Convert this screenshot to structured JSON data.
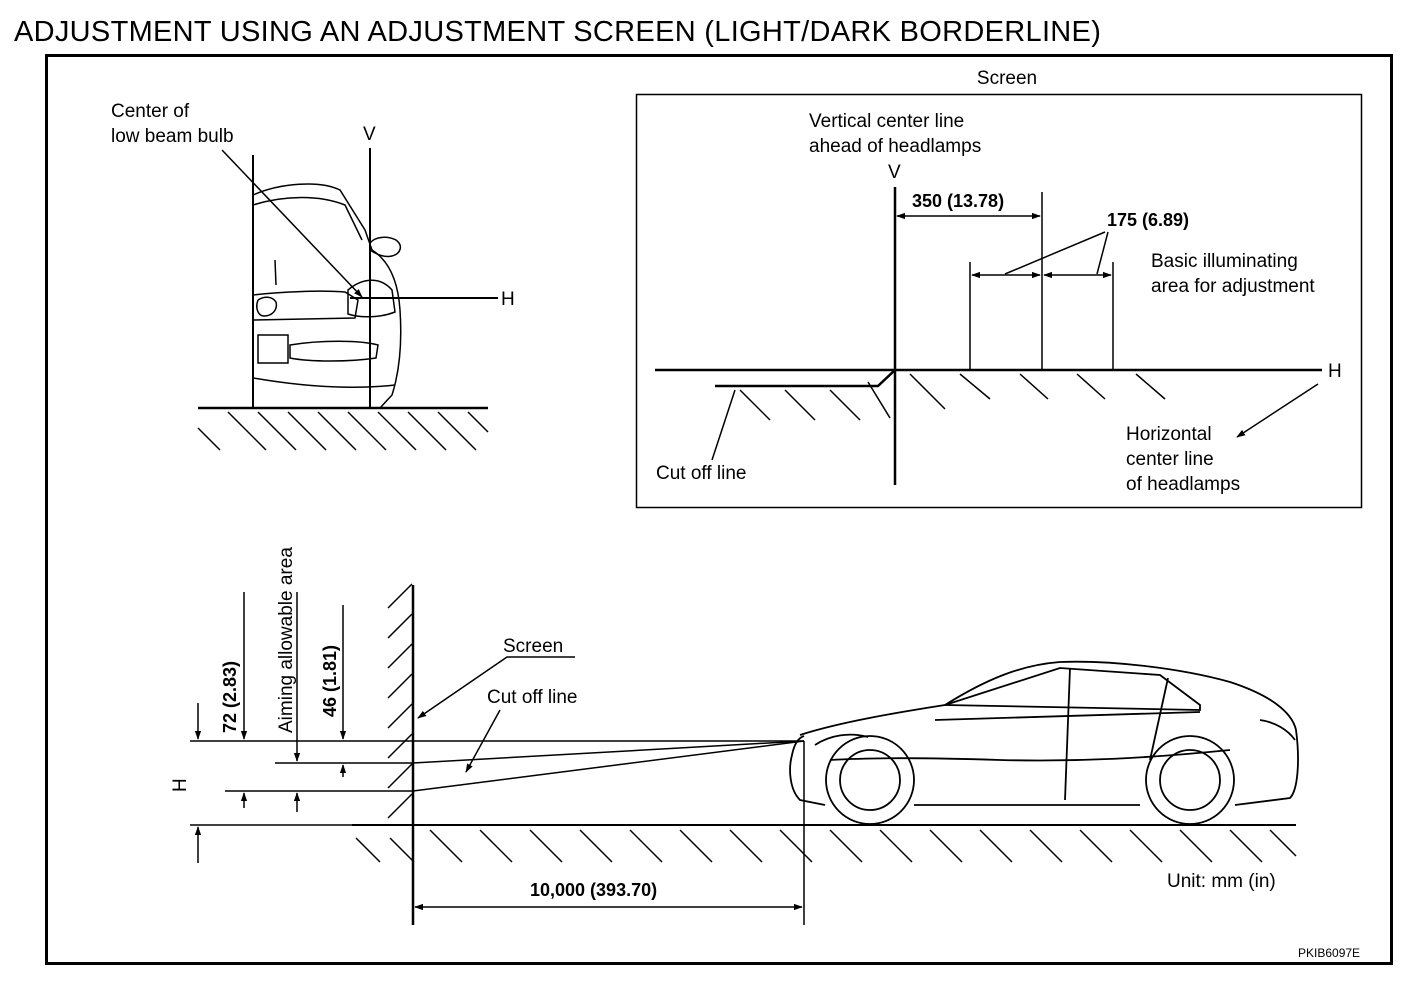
{
  "title": "ADJUSTMENT USING AN ADJUSTMENT SCREEN (LIGHT/DARK BORDERLINE)",
  "front_view": {
    "bulb_label_line1": "Center of",
    "bulb_label_line2": "low beam bulb",
    "v_label": "V",
    "h_label": "H"
  },
  "screen_panel": {
    "title": "Screen",
    "vline_label_line1": "Vertical center line",
    "vline_label_line2": "ahead of headlamps",
    "v_label": "V",
    "h_label": "H",
    "dim_350": "350  (13.78)",
    "dim_175": "175  (6.89)",
    "basic_line1": "Basic illuminating",
    "basic_line2": "area for adjustment",
    "cutoff_label": "Cut off line",
    "hcenter_line1": "Horizontal",
    "hcenter_line2": "center line",
    "hcenter_line3": "of headlamps"
  },
  "side_view": {
    "aiming_label": "Aiming allowable area",
    "dim_72": "72 (2.83)",
    "dim_46": "46 (1.81)",
    "h_label": "H",
    "screen_label": "Screen",
    "cutoff_label": "Cut off line",
    "distance_label": "10,000  (393.70)",
    "unit_label": "Unit:  mm  (in)"
  },
  "code": "PKIB6097E"
}
